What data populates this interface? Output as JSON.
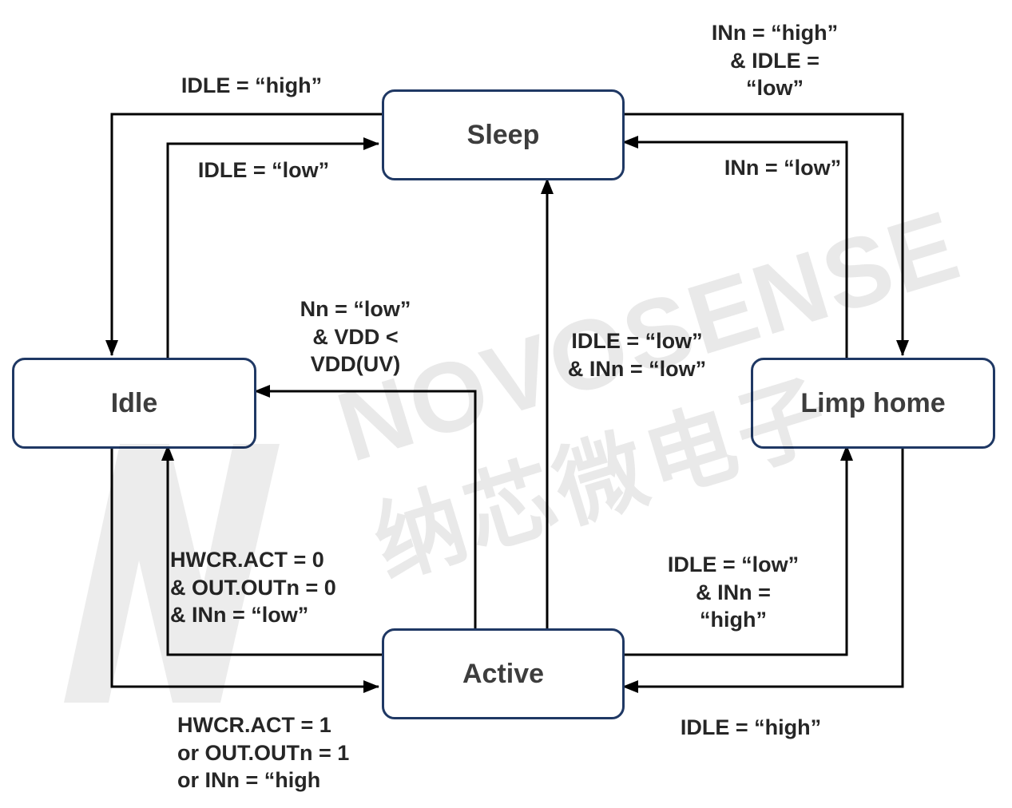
{
  "diagram": {
    "states": [
      {
        "id": "sleep",
        "label": "Sleep"
      },
      {
        "id": "idle",
        "label": "Idle"
      },
      {
        "id": "limp_home",
        "label": "Limp home"
      },
      {
        "id": "active",
        "label": "Active"
      }
    ],
    "transitions": [
      {
        "from": "Sleep",
        "to": "Idle",
        "label": "IDLE = “high”"
      },
      {
        "from": "Idle",
        "to": "Sleep",
        "label": "IDLE = “low”"
      },
      {
        "from": "Sleep",
        "to": "Limp home",
        "label": "INn = “high”\n& IDLE =\n“low”"
      },
      {
        "from": "Limp home",
        "to": "Sleep",
        "label": "INn = “low”"
      },
      {
        "from": "Active",
        "to": "Idle",
        "label": "Nn = “low”\n& VDD <\nVDD(UV)"
      },
      {
        "from": "Active",
        "to": "Sleep",
        "label": "IDLE = “low”\n& INn = “low”"
      },
      {
        "from": "Active",
        "to": "Idle",
        "label": "HWCR.ACT = 0\n& OUT.OUTn = 0\n& INn = “low”"
      },
      {
        "from": "Active",
        "to": "Limp home",
        "label": "IDLE = “low”\n& INn =\n“high”"
      },
      {
        "from": "Idle",
        "to": "Active",
        "label": "HWCR.ACT = 1\nor OUT.OUTn = 1\nor INn = “high"
      },
      {
        "from": "Limp home",
        "to": "Active",
        "label": "IDLE = “high”"
      }
    ]
  },
  "watermark": {
    "brand": "NOVOSENSE",
    "brand_cn": "纳芯微电子"
  },
  "colors": {
    "background": "#ffffff",
    "state_border": "#1f3864",
    "state_text": "#3d3d3d",
    "label_text": "#262626",
    "arrow": "#000000",
    "watermark": "#ebebeb"
  }
}
